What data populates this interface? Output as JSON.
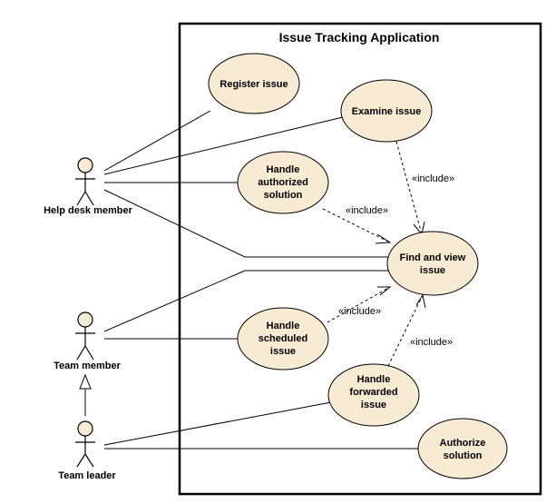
{
  "system": {
    "title": "Issue Tracking Application"
  },
  "actors": {
    "help_desk_member": "Help desk member",
    "team_member": "Team member",
    "team_leader": "Team leader"
  },
  "use_cases": {
    "register_issue": "Register issue",
    "examine_issue": "Examine issue",
    "handle_authorized_solution": [
      "Handle",
      "authorized",
      "solution"
    ],
    "find_and_view_issue": [
      "Find and view",
      "issue"
    ],
    "handle_scheduled_issue": [
      "Handle",
      "scheduled",
      "issue"
    ],
    "handle_forwarded_issue": [
      "Handle",
      "forwarded",
      "issue"
    ],
    "authorize_solution": [
      "Authorize",
      "solution"
    ]
  },
  "stereotypes": {
    "include_examine": "«include»",
    "include_authorized": "«include»",
    "include_scheduled": "«include»",
    "include_forwarded": "«include»"
  },
  "colors": {
    "use_case_fill": "#f8ebd3",
    "line": "#000000"
  }
}
